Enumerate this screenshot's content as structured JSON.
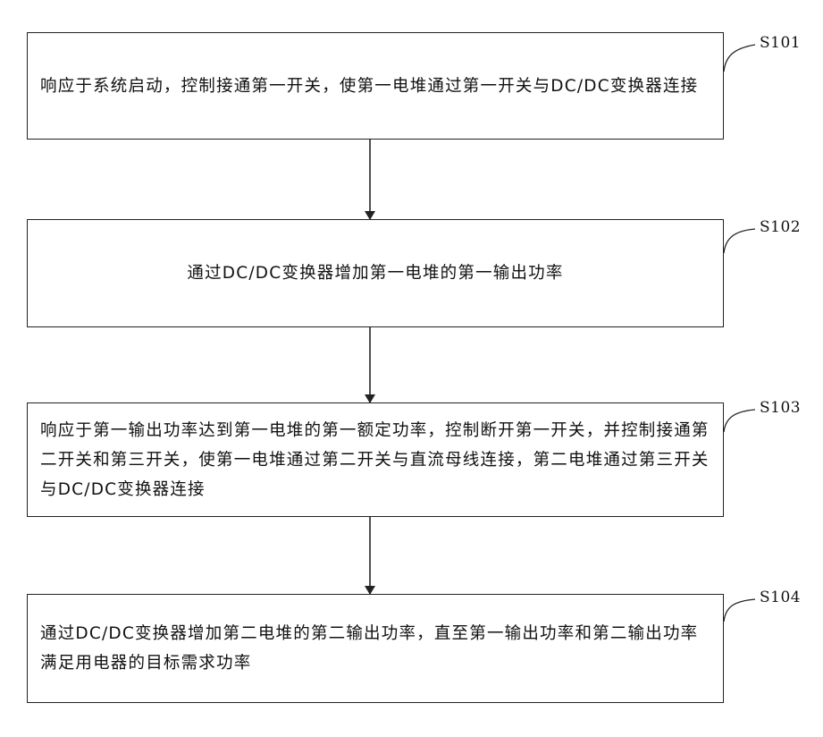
{
  "steps": [
    {
      "label": "S101",
      "text": "响应于系统启动，控制接通第一开关，使第一电堆通过第一开关与DC/DC变换器连接"
    },
    {
      "label": "S102",
      "text": "通过DC/DC变换器增加第一电堆的第一输出功率"
    },
    {
      "label": "S103",
      "text": "响应于第一输出功率达到第一电堆的第一额定功率，控制断开第一开关，并控制接通第二开关和第三开关，使第一电堆通过第二开关与直流母线连接，第二电堆通过第三开关与DC/DC变换器连接"
    },
    {
      "label": "S104",
      "text": "通过DC/DC变换器增加第二电堆的第二输出功率，直至第一输出功率和第二输出功率满足用电器的目标需求功率"
    }
  ]
}
